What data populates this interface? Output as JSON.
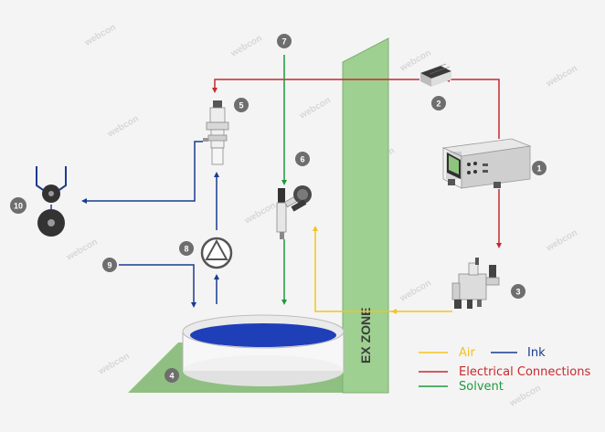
{
  "colors": {
    "air": "#f2c320",
    "ink": "#1a3b8f",
    "electrical": "#c8282e",
    "solvent": "#1f9a3c",
    "ex_zone_fill": "#9ed191",
    "floor_fill": "#8fc081",
    "badge": "#6e6e6e",
    "tank_liquid": "#1f3fb8"
  },
  "labels": {
    "n1": "1",
    "n2": "2",
    "n3": "3",
    "n4": "4",
    "n5": "5",
    "n6": "6",
    "n7": "7",
    "n8": "8",
    "n9": "9",
    "n10": "10",
    "ex_zone": "EX ZONE"
  },
  "legend": {
    "air": "Air",
    "ink": "Ink",
    "electrical": "Electrical Connections",
    "solvent": "Solvent"
  },
  "watermark": {
    "brand": "webcon"
  },
  "icons": {
    "controller": "controller-icon",
    "power_supply": "power-supply-icon",
    "pressure_regulator": "pressure-regulator-icon",
    "ink_tank": "ink-tank-icon",
    "valve": "valve-icon",
    "spray_gun": "spray-gun-icon",
    "pump": "pump-icon",
    "rollers": "roller-icon"
  }
}
